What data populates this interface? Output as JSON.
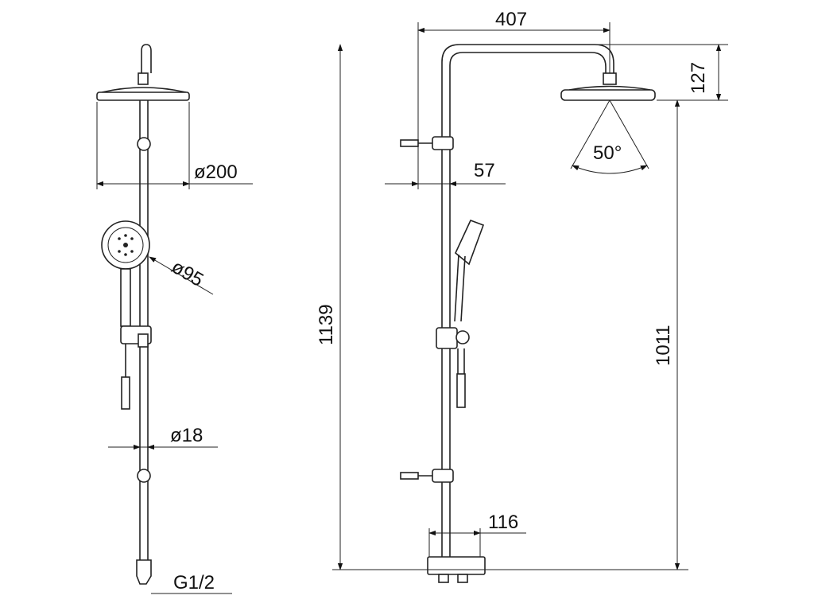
{
  "drawing": {
    "front_view": {
      "head_diameter": "ø200",
      "hand_shower_diameter": "ø95",
      "rail_diameter": "ø18",
      "connection_thread": "G1/2"
    },
    "side_view": {
      "arm_reach": "407",
      "head_drop": "127",
      "spray_angle": "50°",
      "wall_offset": "57",
      "overall_height": "1139",
      "head_height": "1011",
      "mixer_offset": "116"
    }
  }
}
